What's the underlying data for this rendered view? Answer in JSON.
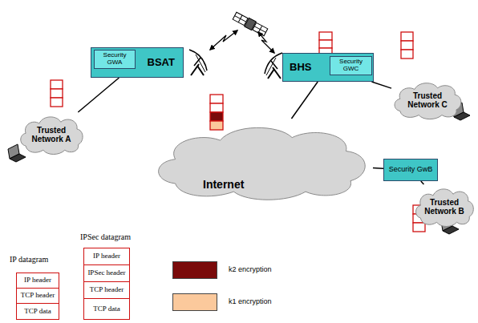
{
  "diagram": {
    "nodes": [
      {
        "text": [
          "Trusted Network A"
        ]
      },
      {
        "text": [
          "BSAT"
        ]
      },
      {
        "text": [
          "Security GWA"
        ],
        "in": 1
      },
      {
        "text": [
          "BHS"
        ]
      },
      {
        "text": [
          "Security GWC"
        ],
        "in": 3
      },
      {
        "text": [
          "Trusted Network C"
        ]
      },
      {
        "text": [
          "Internet"
        ]
      },
      {
        "text": [
          "Security GwB"
        ]
      },
      {
        "text": [
          "Trusted Network B"
        ]
      },
      {
        "text": [
          "IP header"
        ]
      },
      {
        "text": [
          "TCP header"
        ]
      },
      {
        "text": [
          "TCP data"
        ]
      },
      {
        "text": [
          "IP header"
        ]
      },
      {
        "text": [
          "IPSec header"
        ]
      },
      {
        "text": [
          "TCP header"
        ]
      },
      {
        "text": [
          "TCP data"
        ]
      }
    ],
    "edges": [
      {
        "from": 0,
        "to": 1,
        "arrow": "none"
      },
      {
        "from": 3,
        "to": 6,
        "arrow": "none"
      },
      {
        "from": 3,
        "to": 5,
        "arrow": "none"
      },
      {
        "from": 6,
        "to": 7,
        "arrow": "none"
      },
      {
        "from": 7,
        "to": 8,
        "arrow": "none"
      }
    ],
    "labels": [
      "IP datagram",
      "IPSec datagram"
    ],
    "legend": [
      {
        "text": "k2 encryption",
        "color": "#7a0a0a"
      },
      {
        "text": "k1 encryption",
        "color": "#fbc99c"
      }
    ]
  }
}
